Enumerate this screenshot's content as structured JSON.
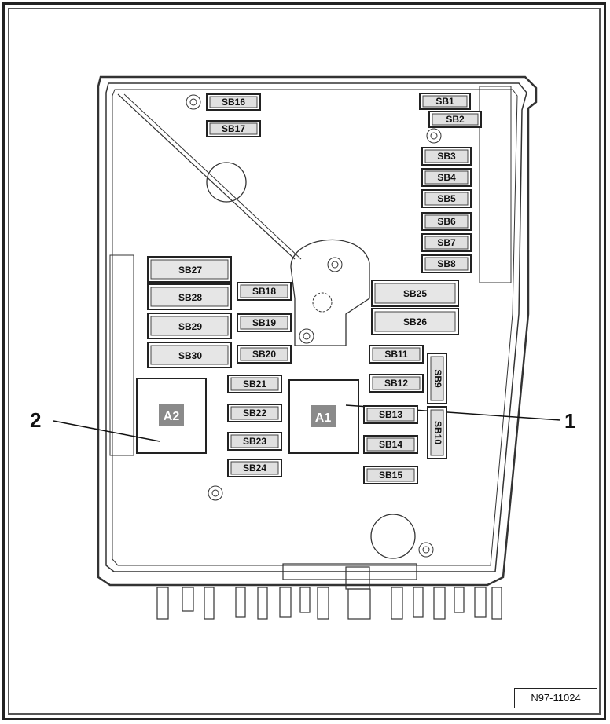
{
  "diagram": {
    "callouts": {
      "one": "1",
      "two": "2"
    },
    "document_id": "N97-11024",
    "relays": {
      "a1": "A1",
      "a2": "A2"
    },
    "fuses": {
      "sb1": "SB1",
      "sb2": "SB2",
      "sb3": "SB3",
      "sb4": "SB4",
      "sb5": "SB5",
      "sb6": "SB6",
      "sb7": "SB7",
      "sb8": "SB8",
      "sb9": "SB9",
      "sb10": "SB10",
      "sb11": "SB11",
      "sb12": "SB12",
      "sb13": "SB13",
      "sb14": "SB14",
      "sb15": "SB15",
      "sb16": "SB16",
      "sb17": "SB17",
      "sb18": "SB18",
      "sb19": "SB19",
      "sb20": "SB20",
      "sb21": "SB21",
      "sb22": "SB22",
      "sb23": "SB23",
      "sb24": "SB24",
      "sb25": "SB25",
      "sb26": "SB26",
      "sb27": "SB27",
      "sb28": "SB28",
      "sb29": "SB29",
      "sb30": "SB30"
    }
  }
}
